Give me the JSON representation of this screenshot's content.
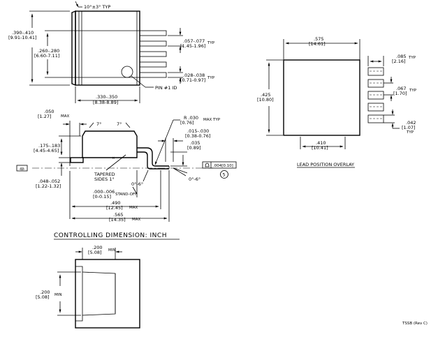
{
  "top_view": {
    "angle": "10°±3° TYP",
    "width_in": ".390-.410",
    "width_mm": "[9.91-10.41]",
    "inner_in": ".260-.280",
    "inner_mm": "[6.60-7.11]",
    "pitch_in": ".057-.077",
    "pitch_mm": "[1.45-1.96]",
    "pitch_typ": "TYP",
    "lead_w_in": ".028-.038",
    "lead_w_mm": "[0.71-0.97]",
    "lead_w_typ": "TYP",
    "pin_label": "PIN #1 ID",
    "body_len_in": ".330-.350",
    "body_len_mm": "[8.38-8.89]"
  },
  "side_view": {
    "h_in": ".050",
    "h_mm": "[1.27]",
    "h_max": "MAX",
    "draft_left": "7°",
    "draft_right": "7°",
    "radius_in": "R .030",
    "radius_mm": "[0.76]",
    "radius_suffix": "MAX TYP",
    "foot_in": ".015-.030",
    "foot_mm": "[0.38-0.76]",
    "thick_in": ".035",
    "thick_mm": "[0.89]",
    "height_in": ".175-.183",
    "height_mm": "[4.45-4.65]",
    "datum": "-W-",
    "standoff_in": ".048-.052",
    "standoff_mm": "[1.22-1.32]",
    "tapered_1": "TAPERED",
    "tapered_2": "SIDES 1°",
    "angle_lead": "0°-6°",
    "angle_foot": "0°-6°",
    "sof_in": ".000-.006",
    "sof_mm": "[0-0.15]",
    "sof_label": "STAND-OFF",
    "fcf_val": ".004[0.10]",
    "note": "5",
    "len_in": ".490",
    "len_mm": "[12.45]",
    "len_max": "MAX",
    "total_in": ".565",
    "total_mm": "[14.35]",
    "total_max": "MAX"
  },
  "controlling": "CONTROLLING DIMENSION: INCH",
  "overlay": {
    "w_in": ".575",
    "w_mm": "[14.61]",
    "h_in": ".425",
    "h_mm": "[10.80]",
    "bot_in": ".410",
    "bot_mm": "[10.41]",
    "pad_w_in": ".085",
    "pad_w_mm": "[2.16]",
    "pad_w_typ": "TYP",
    "pad_p_in": ".067",
    "pad_p_mm": "[1.70]",
    "pad_p_typ": "TYP",
    "pad_h_in": ".042",
    "pad_h_mm": "[1.07]",
    "pad_h_typ": "TYP",
    "title": "LEAD POSITION OVERLAY"
  },
  "bottom_view": {
    "w_in": ".200",
    "w_mm": "[5.08]",
    "w_min": "MIN",
    "h_in": ".200",
    "h_mm": "[5.08]",
    "h_min": "MIN"
  },
  "rev": "TSSB (Rev C)"
}
